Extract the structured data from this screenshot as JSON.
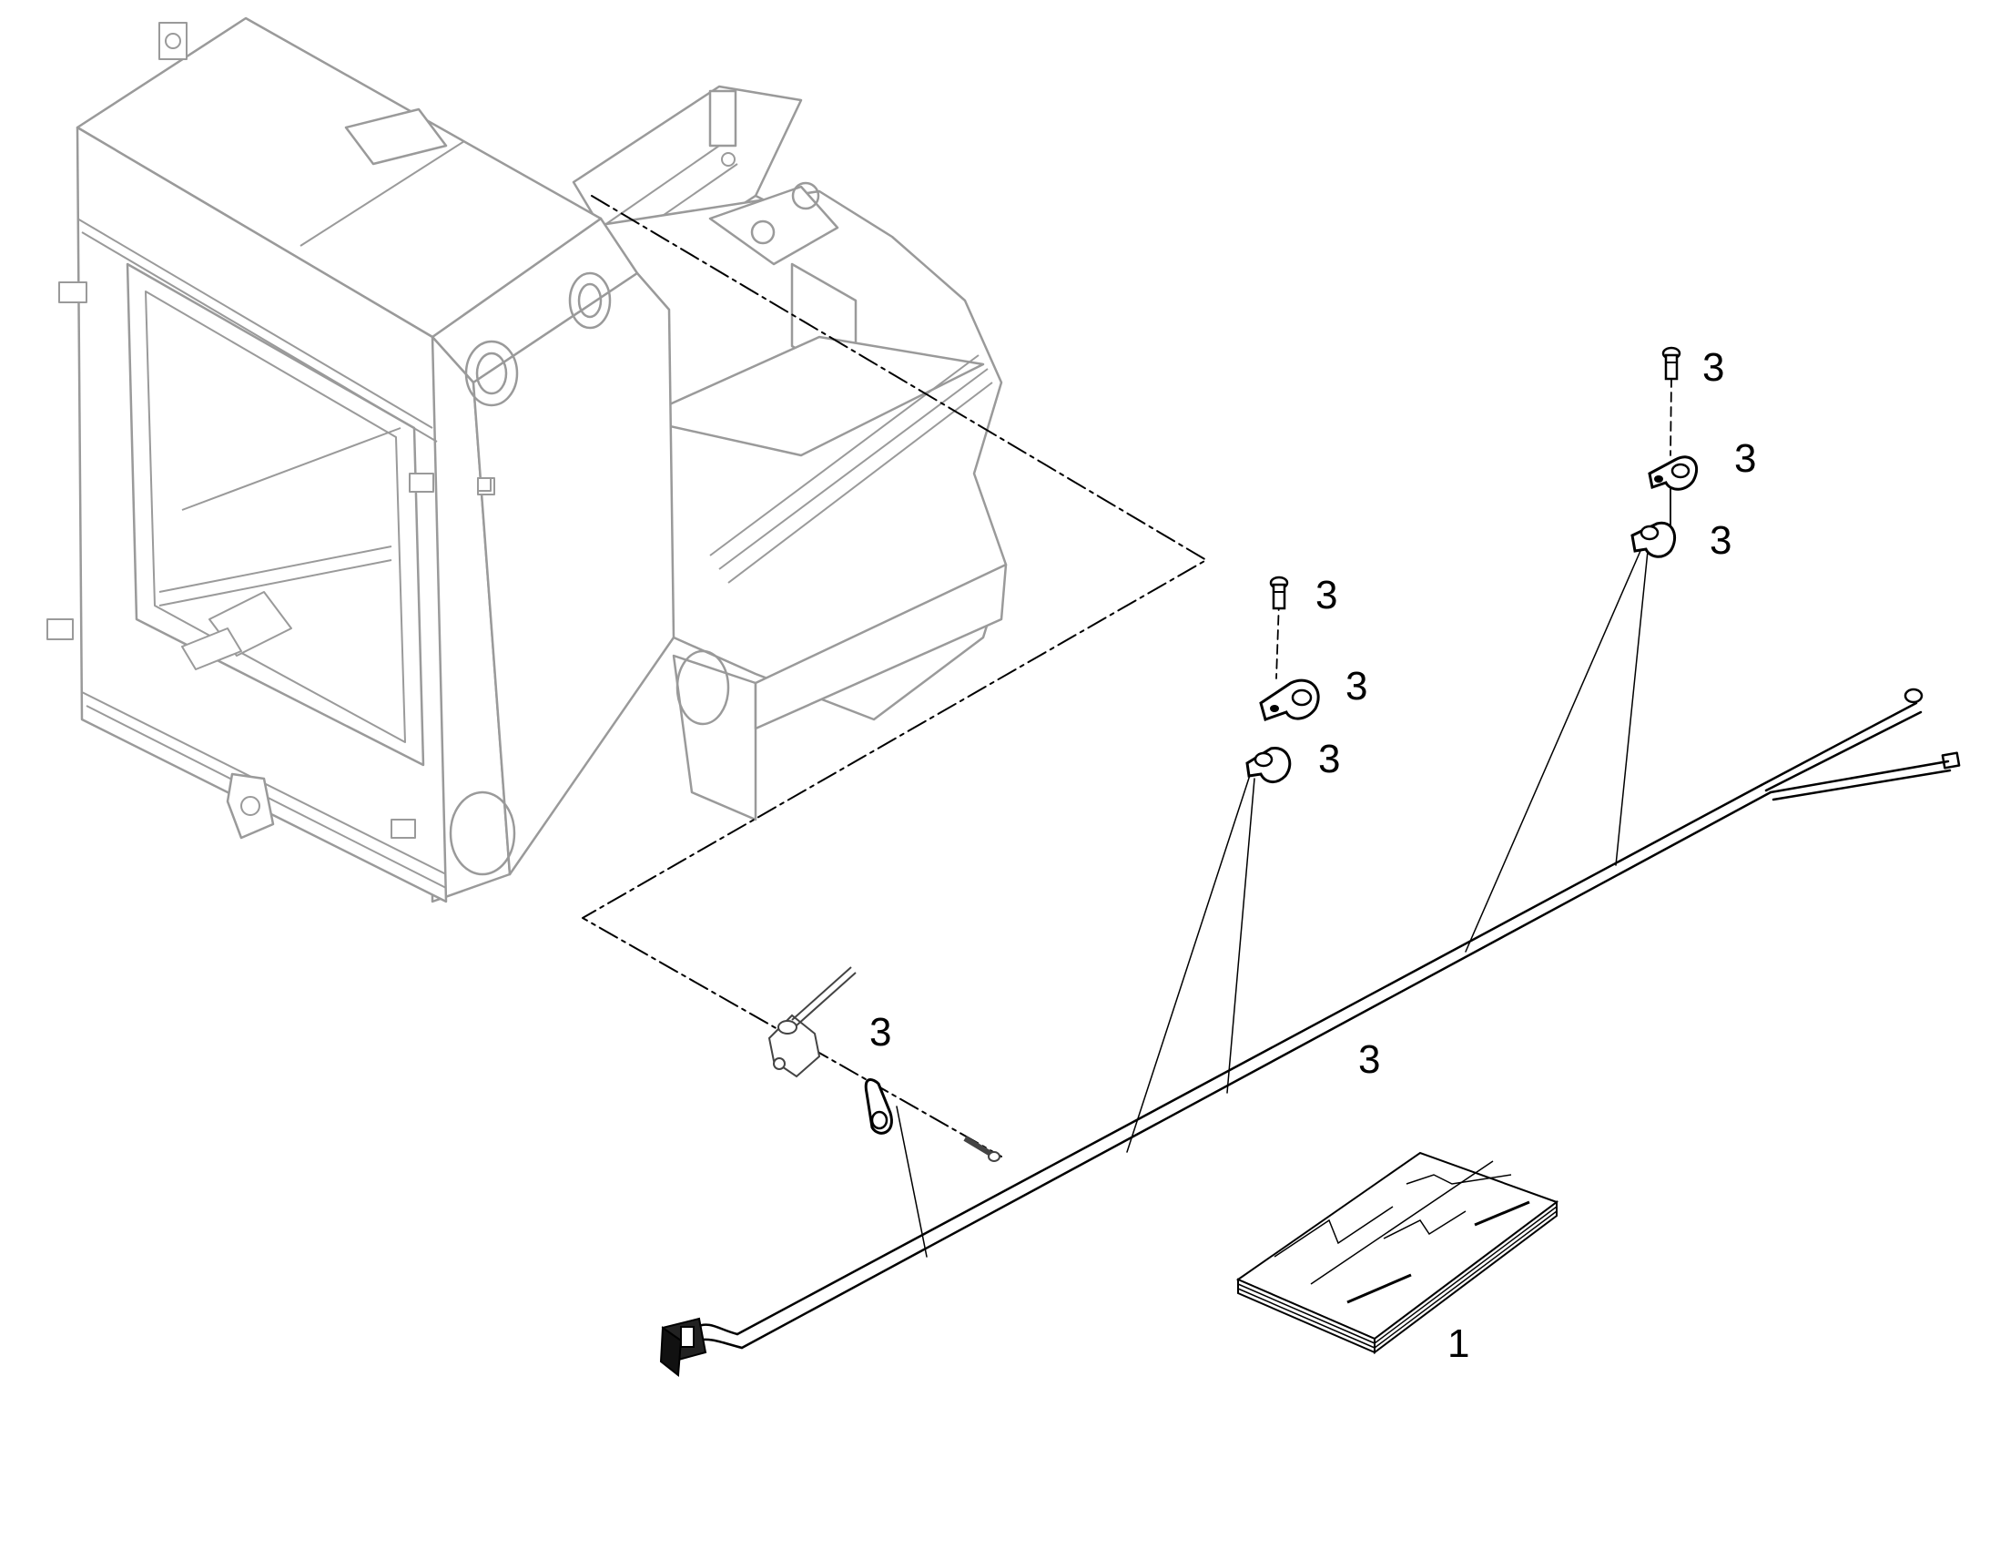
{
  "callouts": [
    {
      "id": "label-screw-right",
      "text": "3"
    },
    {
      "id": "label-clamp-top-right",
      "text": "3"
    },
    {
      "id": "label-clamp-right",
      "text": "3"
    },
    {
      "id": "label-screw-middle",
      "text": "3"
    },
    {
      "id": "label-clamp-top-middle",
      "text": "3"
    },
    {
      "id": "label-clamp-middle",
      "text": "3"
    },
    {
      "id": "label-clamp-left",
      "text": "3"
    },
    {
      "id": "label-harness",
      "text": "3"
    },
    {
      "id": "label-manual",
      "text": "1"
    }
  ],
  "colors": {
    "ink": "#000000",
    "frame": "#9a9a9a",
    "background": "#ffffff"
  }
}
